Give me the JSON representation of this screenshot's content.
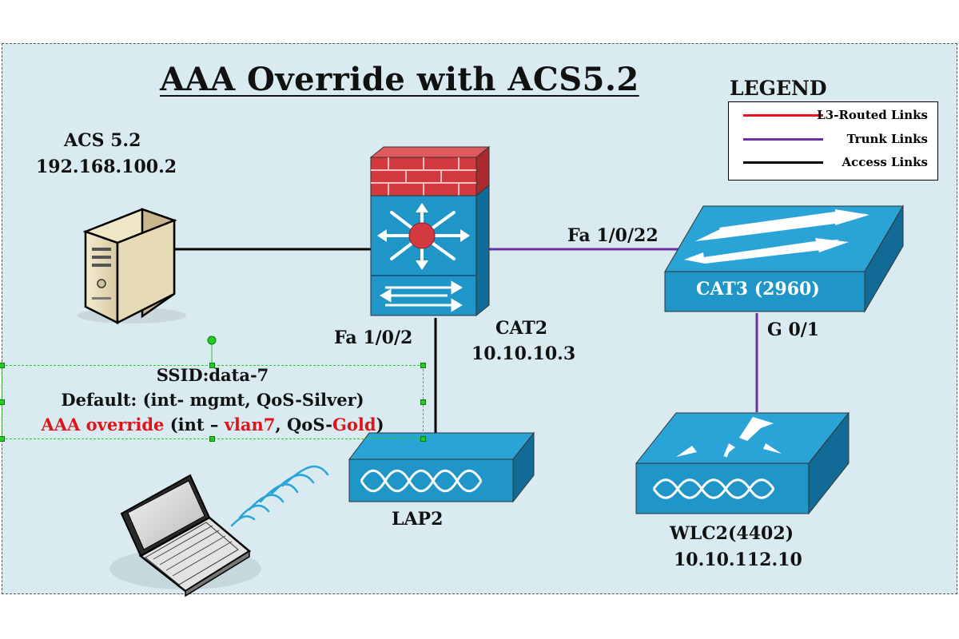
{
  "title": "AAA Override with ACS5.2",
  "legend": {
    "heading": "LEGEND",
    "items": [
      {
        "label": "L3-Routed Links",
        "color": "#e8141b"
      },
      {
        "label": "Trunk Links",
        "color": "#6a2fa0"
      },
      {
        "label": "Access Links",
        "color": "#000000"
      }
    ]
  },
  "devices": {
    "acs": {
      "name": "ACS 5.2",
      "ip": "192.168.100.2"
    },
    "cat2": {
      "name": "CAT2",
      "ip": "10.10.10.3"
    },
    "cat3": {
      "name": "CAT3 (2960)"
    },
    "lap2": {
      "name": "LAP2"
    },
    "wlc2": {
      "name": "WLC2(4402)",
      "ip": "10.10.112.10"
    }
  },
  "ports": {
    "cat2_to_cat3": "Fa 1/0/22",
    "cat2_to_lap2": "Fa 1/0/2",
    "cat3_to_wlc2": "G 0/1"
  },
  "ssid": {
    "line1": "SSID:data-7",
    "line2": "Default: (int- mgmt, QoS-Silver)",
    "line3": {
      "part1": "AAA override",
      "part2": " (int – ",
      "part3": "vlan7",
      "part4": ", QoS-",
      "part5": "Gold",
      "part6": ")"
    }
  },
  "colors": {
    "background": "#d9ebf0",
    "device_blue": "#1f95c8",
    "firewall_red": "#d33a3f",
    "trunk": "#6a2fa0",
    "highlight_red": "#e0131a"
  }
}
